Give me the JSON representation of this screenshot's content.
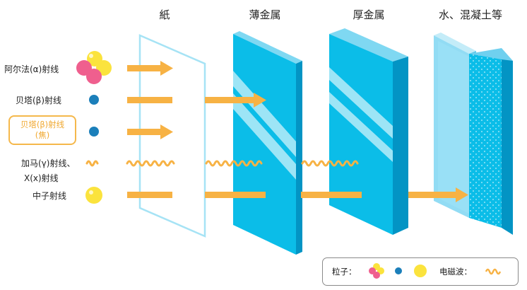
{
  "headers": {
    "paper": "紙",
    "thin_metal": "薄金属",
    "thick_metal": "厚金属",
    "water_concrete": "水、混凝土等"
  },
  "rays": {
    "alpha": "阿尔法(α)射线",
    "beta": "贝塔(β)射线",
    "beta_special_line1": "贝塔(β)射线",
    "beta_special_line2": "(焦)",
    "gamma_line1": "加马(γ)射线、",
    "gamma_line2": "X(x)射线",
    "neutron": "中子射线"
  },
  "legend": {
    "particles_label": "粒子：",
    "wave_label": "电磁波："
  },
  "colors": {
    "arrow": "#f7b244",
    "barrier_blue": "#0bbde8",
    "paper_outline": "#a6e3f5",
    "alpha_pink": "#ef5f8e",
    "alpha_yellow": "#fbe33d",
    "beta_blue": "#1b7fba",
    "neutron_yellow": "#fbe33d"
  }
}
